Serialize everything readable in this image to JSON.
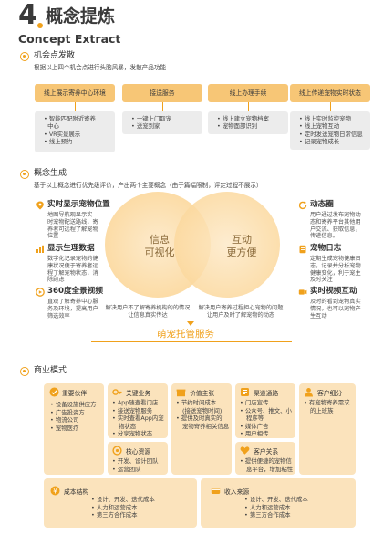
{
  "header": {
    "number": "4",
    "title": "概念提炼",
    "subtitle": "Concept Extract"
  },
  "colors": {
    "accent": "#f0a11c",
    "light_accent": "#f7c676",
    "box_gray": "#ececec",
    "box_cream": "#fbe3bc"
  },
  "opportunity": {
    "title": "机会点发散",
    "description": "根据以上四个机会点进行头脑风暴，发散产品功能",
    "columns": [
      {
        "head": "线上展示寄养中心环境",
        "items": [
          "智能匹配附近寄养",
          "中心",
          "VR实景展示",
          "线上预约"
        ]
      },
      {
        "head": "接送服务",
        "items": [
          "一键上门取宠",
          "送宠到家"
        ]
      },
      {
        "head": "线上办理手续",
        "items": [
          "线上建立宠物档案",
          "宠物面部识别"
        ]
      },
      {
        "head": "线上传递宠物实时状态",
        "items": [
          "线上实时监控宠物",
          "线上宠物互动",
          "定时发送宠物日常信息",
          "记录宠物成长"
        ]
      }
    ]
  },
  "concept": {
    "title": "概念生成",
    "description": "基于以上概念进行优先级评价，产出两个主要概念（由于篇幅限制，评定过程不展示）",
    "left_circle": [
      "信息",
      "可视化"
    ],
    "right_circle": [
      "互动",
      "更方便"
    ],
    "left_features": [
      {
        "title": "实时显示宠物位置",
        "lines": [
          "地图导航观显示实",
          "时宠物配送路线，寄",
          "养者可远程了解宠物",
          "位置"
        ]
      },
      {
        "title": "显示生理数据",
        "lines": [
          "数字化记录宠物的健",
          "康状况便于寄养者远",
          "程了解宠物状态，消",
          "除顾虑"
        ]
      },
      {
        "title": "360度全景视频",
        "lines": [
          "直观了解寄养中心服",
          "务及环境，提高用户",
          "筛选效率"
        ]
      }
    ],
    "right_features": [
      {
        "title": "动态圈",
        "lines": [
          "用户通过发布宠物动",
          "态和寄养平台其他用",
          "户交流、获取信息，",
          "传递信息。"
        ]
      },
      {
        "title": "宠物日志",
        "lines": [
          "定期生成宠物健康日",
          "志，记录并分析宠物",
          "健康变化，利于宠主",
          "及时关注"
        ]
      },
      {
        "title": "实时视频互动",
        "lines": [
          "及时的看到宠物真实",
          "情况，也可以宠物产",
          "生互动"
        ]
      }
    ],
    "center_left": [
      "解决用户不了解寄养机构的的情况",
      "让信息真实传达"
    ],
    "center_right": [
      "解决用户寄养过程担心宠物的问题",
      "让用户及时了解宠物的动态"
    ],
    "result": "萌宠托管服务"
  },
  "business": {
    "title": "商业模式",
    "partners": {
      "title": "重要伙伴",
      "items": [
        "设备设施供应方",
        "广告投资方",
        "物流公司",
        "宠物医疗"
      ]
    },
    "activities": {
      "title": "关键业务",
      "items": [
        "App随查看门店",
        "接送宠物服务",
        "实时查看App内宠",
        "物状态",
        "分享宠物状态"
      ]
    },
    "resources": {
      "title": "核心资源",
      "items": [
        "开发、设计团队",
        "运营团队"
      ]
    },
    "value": {
      "title": "价值主张",
      "items": [
        "节约时间成本",
        "(接送宠物时间)",
        "提供及时真实的",
        "宠物寄养相关信息"
      ]
    },
    "channels": {
      "title": "渠道通路",
      "items": [
        "门店宣传",
        "公众号、推文、小",
        "程序等",
        "媒体广告",
        "用户相传"
      ]
    },
    "relationships": {
      "title": "客户关系",
      "items": [
        "提供便捷的宠物信",
        "息平台，增加粘性"
      ]
    },
    "segments": {
      "title": "客户细分",
      "items": [
        "有宠物寄养需求",
        "的上班族"
      ]
    },
    "cost": {
      "title": "成本结构",
      "items": [
        "设计、开发、迭代成本",
        "人力和运营成本",
        "第三方合作成本"
      ]
    },
    "revenue": {
      "title": "收入来源",
      "items": [
        "设计、开发、迭代成本",
        "人力和运营成本",
        "第三方合作成本"
      ]
    }
  }
}
